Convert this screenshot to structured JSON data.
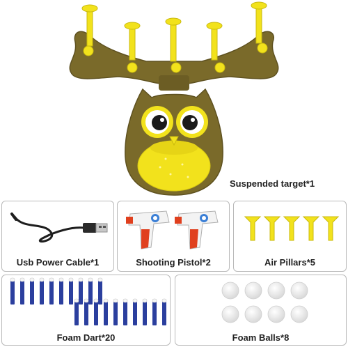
{
  "colors": {
    "owl_body": "#7a6a2a",
    "owl_dark": "#5e5120",
    "yellow": "#f2e21c",
    "dart_blue": "#2b3f9e",
    "dart_tip": "#f5f5f5",
    "pistol_red": "#e0401e",
    "panel_border": "#b9b9b9"
  },
  "items": {
    "target": {
      "caption": "Suspended target*1",
      "icon": "owl-target-icon"
    },
    "cable": {
      "caption": "Usb Power Cable*1",
      "icon": "usb-cable-icon"
    },
    "pistol": {
      "caption": "Shooting Pistol*2",
      "icon": "pistol-icon"
    },
    "pillars": {
      "caption": "Air Pillars*5",
      "icon": "air-pillar-icon"
    },
    "darts": {
      "caption": "Foam Dart*20",
      "icon": "foam-dart-icon"
    },
    "balls": {
      "caption": "Foam Balls*8",
      "icon": "foam-ball-icon"
    }
  }
}
